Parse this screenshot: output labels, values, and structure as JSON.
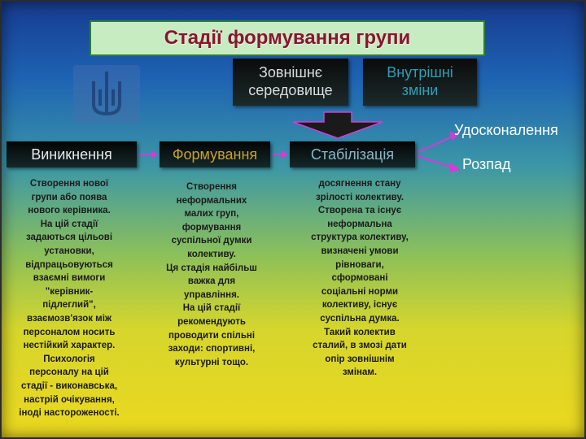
{
  "title": "Стадії формування групи",
  "factors": {
    "external": "Зовнішнє\nсередовище",
    "internal": "Внутрішні\nзміни"
  },
  "stages": [
    {
      "name": "Виникнення",
      "color": "#e8e8e8",
      "description": "Створення нової\nгрупи або поява\nнового керівника.\nНа цій стадії\nзадаються цільові\nустановки,\nвідпрацьовуються\nвзаємні вимоги\n\"керівник-\nпідлеглий\",\nвзаємозв'язок між\nперсоналом носить\nнестійкий характер.\nПсихологія\nперсоналу на цій\nстадії - виконавська,\nнастрій очікування,\nіноді настороженості."
    },
    {
      "name": "Формування",
      "color": "#c9a227",
      "description": "Створення\nнеформальних\nмалих груп,\nформування\nсуспільної думки\nколективу.\nЦя стадія найбільш\nважка для\nуправління.\nНа цій стадії\nрекомендують\nпроводити спільні\nзаходи: спортивні,\nкультурні тощо."
    },
    {
      "name": "Стабілізація",
      "color": "#88b8c8",
      "description": "досягнення стану\nзрілості колективу.\nСтворена та існує\nнеформальна\nструктура колективу,\nвизначені умови\nрівноваги,\nсформовані\nсоціальні норми\nколективу, існує\nсуспільна думка.\nТакий колектив\nсталий, в змозі дати\nопір зовнішнім\nзмінам."
    }
  ],
  "outcomes": {
    "improvement": "Удосконалення",
    "decay": "Розпад"
  },
  "colors": {
    "title_text": "#8a1530",
    "title_bg": "#c8ecc1",
    "arrow": "#d63ad8"
  }
}
